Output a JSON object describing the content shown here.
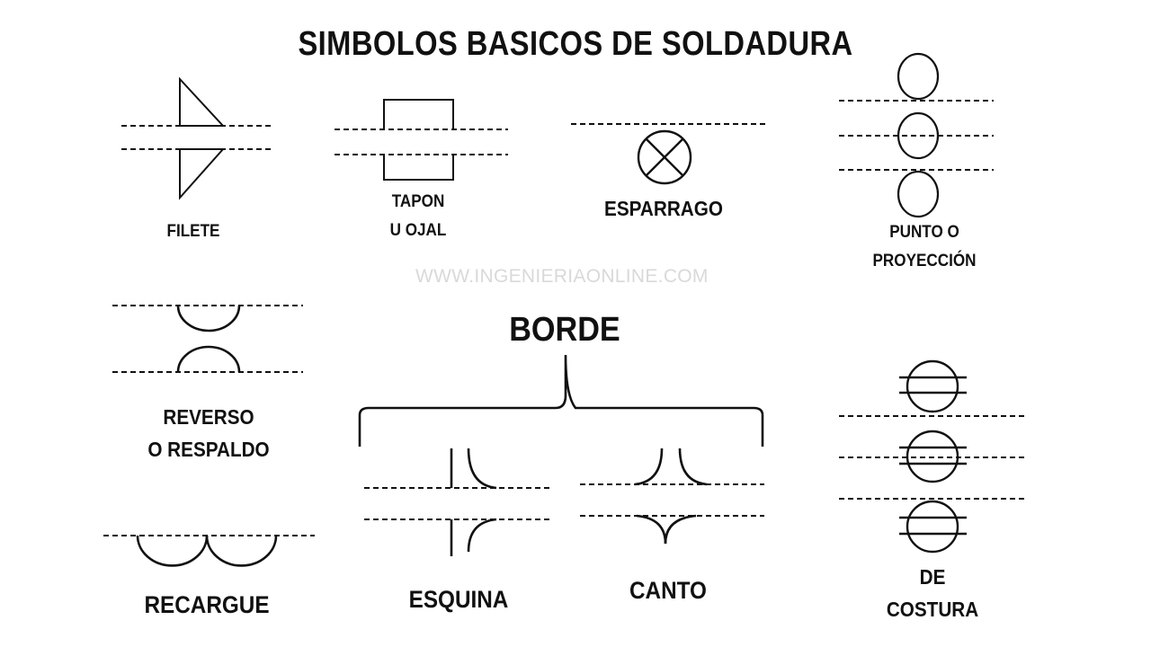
{
  "title": "SIMBOLOS BASICOS DE SOLDADURA",
  "watermark": "WWW.INGENIERIAONLINE.COM",
  "borde": "BORDE",
  "labels": {
    "filete": [
      "FILETE"
    ],
    "tapon": [
      "TAPON",
      "U OJAL"
    ],
    "esparrago": [
      "ESPARRAGO"
    ],
    "punto": [
      "PUNTO O",
      "PROYECCIÓN"
    ],
    "reverso": [
      "REVERSO",
      "O RESPALDO"
    ],
    "recargue": [
      "RECARGUE"
    ],
    "esquina": [
      "ESQUINA"
    ],
    "canto": [
      "CANTO"
    ],
    "costura": [
      "DE",
      "COSTURA"
    ]
  },
  "colors": {
    "ink": "#111111",
    "watermark": "#d9d9d9",
    "background": "#ffffff"
  }
}
